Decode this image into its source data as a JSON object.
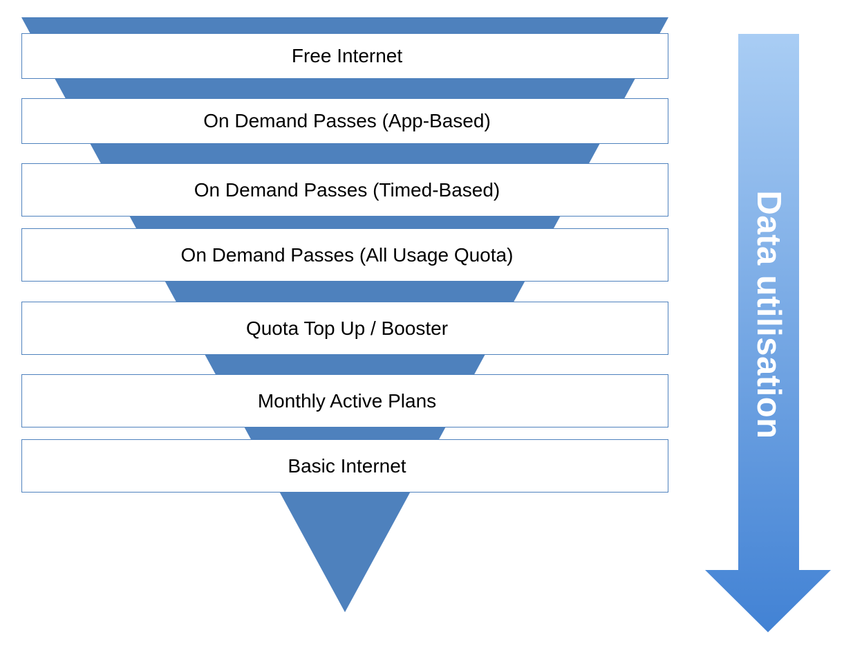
{
  "tiers": [
    {
      "label": "Free Internet"
    },
    {
      "label": "On Demand Passes (App-Based)"
    },
    {
      "label": "On Demand Passes (Timed-Based)"
    },
    {
      "label": "On Demand Passes (All Usage Quota)"
    },
    {
      "label": "Quota Top Up / Booster"
    },
    {
      "label": "Monthly Active Plans"
    },
    {
      "label": "Basic Internet"
    }
  ],
  "arrow": {
    "label": "Data utilisation"
  },
  "colors": {
    "funnel": "#4e81bd",
    "box_border": "#4e81bd",
    "arrow_top": "#a9cdf4",
    "arrow_bottom": "#4282d4",
    "arrow_label": "#ffffff"
  }
}
